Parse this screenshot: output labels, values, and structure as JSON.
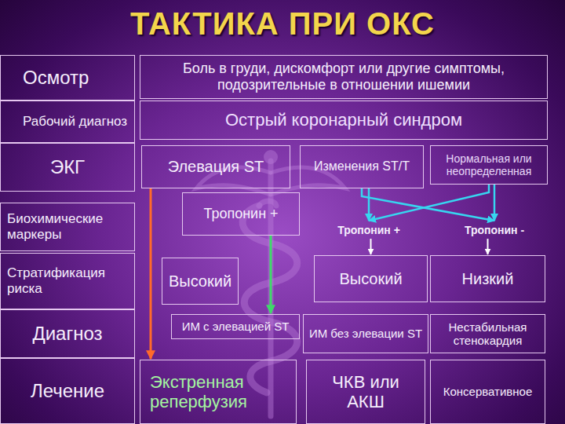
{
  "diagram": {
    "title": "ТАКТИКА ПРИ ОКС",
    "nodes": [
      {
        "text": [
          "Осмотр"
        ]
      },
      {
        "text": [
          "Боль в груди, дискомфорт или другие симптомы, подозрительные в отношении ишемии"
        ]
      },
      {
        "text": [
          "Рабочий диагноз"
        ]
      },
      {
        "text": [
          "Острый коронарный синдром"
        ]
      },
      {
        "text": [
          "ЭКГ"
        ]
      },
      {
        "text": [
          "Элевация ST"
        ]
      },
      {
        "text": [
          "Изменения ST/T"
        ]
      },
      {
        "text": [
          "Нормальная или неопределенная"
        ]
      },
      {
        "text": [
          "Биохимические маркеры"
        ]
      },
      {
        "text": [
          "Тропонин +"
        ]
      },
      {
        "text": [
          "Тропонин +"
        ]
      },
      {
        "text": [
          "Тропонин -"
        ]
      },
      {
        "text": [
          "Стратификация риска"
        ]
      },
      {
        "text": [
          "Высокий"
        ]
      },
      {
        "text": [
          "Высокий"
        ]
      },
      {
        "text": [
          "Низкий"
        ]
      },
      {
        "text": [
          "Диагноз"
        ]
      },
      {
        "text": [
          "ИМ с элевацией ST"
        ]
      },
      {
        "text": [
          "ИМ без элевации ST"
        ]
      },
      {
        "text": [
          "Нестабильная стенокардия"
        ]
      },
      {
        "text": [
          "Лечение"
        ]
      },
      {
        "text": [
          "Экстренная реперфузия"
        ]
      },
      {
        "text": [
          "ЧКВ или АКШ"
        ]
      },
      {
        "text": [
          "Консервативное"
        ]
      }
    ],
    "edges": [
      {
        "from": 5,
        "to": 21,
        "arrow": "to"
      },
      {
        "from": 9,
        "to": 17,
        "arrow": "to"
      },
      {
        "from": 6,
        "to": 10,
        "arrow": "to"
      },
      {
        "from": 6,
        "to": 11,
        "arrow": "to"
      },
      {
        "from": 7,
        "to": 10,
        "arrow": "to"
      },
      {
        "from": 7,
        "to": 11,
        "arrow": "to"
      },
      {
        "from": 10,
        "to": 14,
        "arrow": "to"
      },
      {
        "from": 11,
        "to": 15,
        "arrow": "to"
      }
    ]
  }
}
